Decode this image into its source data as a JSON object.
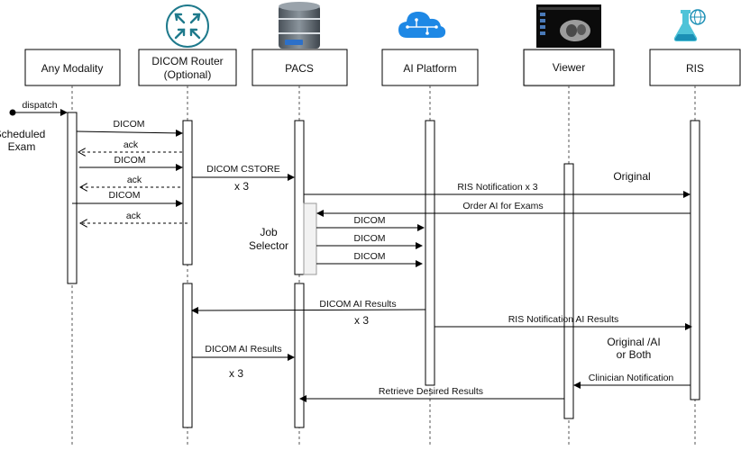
{
  "participants": [
    {
      "id": "modality",
      "label": "Any Modality",
      "icon": "none"
    },
    {
      "id": "router",
      "label_line1": "DICOM Router",
      "label_line2": "(Optional)",
      "icon": "router-icon"
    },
    {
      "id": "pacs",
      "label": "PACS",
      "icon": "database-icon"
    },
    {
      "id": "ai",
      "label": "AI Platform",
      "icon": "cloud-circuit-icon"
    },
    {
      "id": "viewer",
      "label": "Viewer",
      "icon": "viewer-screenshot-icon"
    },
    {
      "id": "ris",
      "label": "RIS",
      "icon": "lab-flask-globe-icon"
    }
  ],
  "messages": {
    "dispatch": "dispatch",
    "dicom_1": "DICOM",
    "ack_1": "ack",
    "dicom_2": "DICOM",
    "ack_2": "ack",
    "dicom_3": "DICOM",
    "ack_3": "ack",
    "dicom_cstore": "DICOM CSTORE",
    "ris_notification": "RIS Notification x 3",
    "order_ai": "Order AI for Exams",
    "pacs_ai_dicom_1": "DICOM",
    "pacs_ai_dicom_2": "DICOM",
    "pacs_ai_dicom_3": "DICOM",
    "dicom_ai_results_to_router": "DICOM AI Results",
    "ris_notification_ai": "RIS Notification AI Results",
    "dicom_ai_results_to_pacs": "DICOM AI Results",
    "clinician_notification": "Clinician Notification",
    "retrieve_results": "Retrieve Desired Results"
  },
  "notes": {
    "scheduled_exam_line1": "Scheduled",
    "scheduled_exam_line2": "Exam",
    "cstore_x3": "x 3",
    "job_selector_line1": "Job",
    "job_selector_line2": "Selector",
    "original": "Original",
    "ai_results_x3": "x 3",
    "original_ai_line1": "Original /AI",
    "original_ai_line2": "or Both",
    "router_results_x3": "x 3"
  },
  "colors": {
    "line": "#000000",
    "lifeline": "#555555",
    "activation_fill": "#ffffff",
    "job_selector_fill": "#f2f2f2",
    "icon_teal": "#1f7a8c",
    "icon_blue": "#1e88e5",
    "db_gray": "#6b7680"
  }
}
